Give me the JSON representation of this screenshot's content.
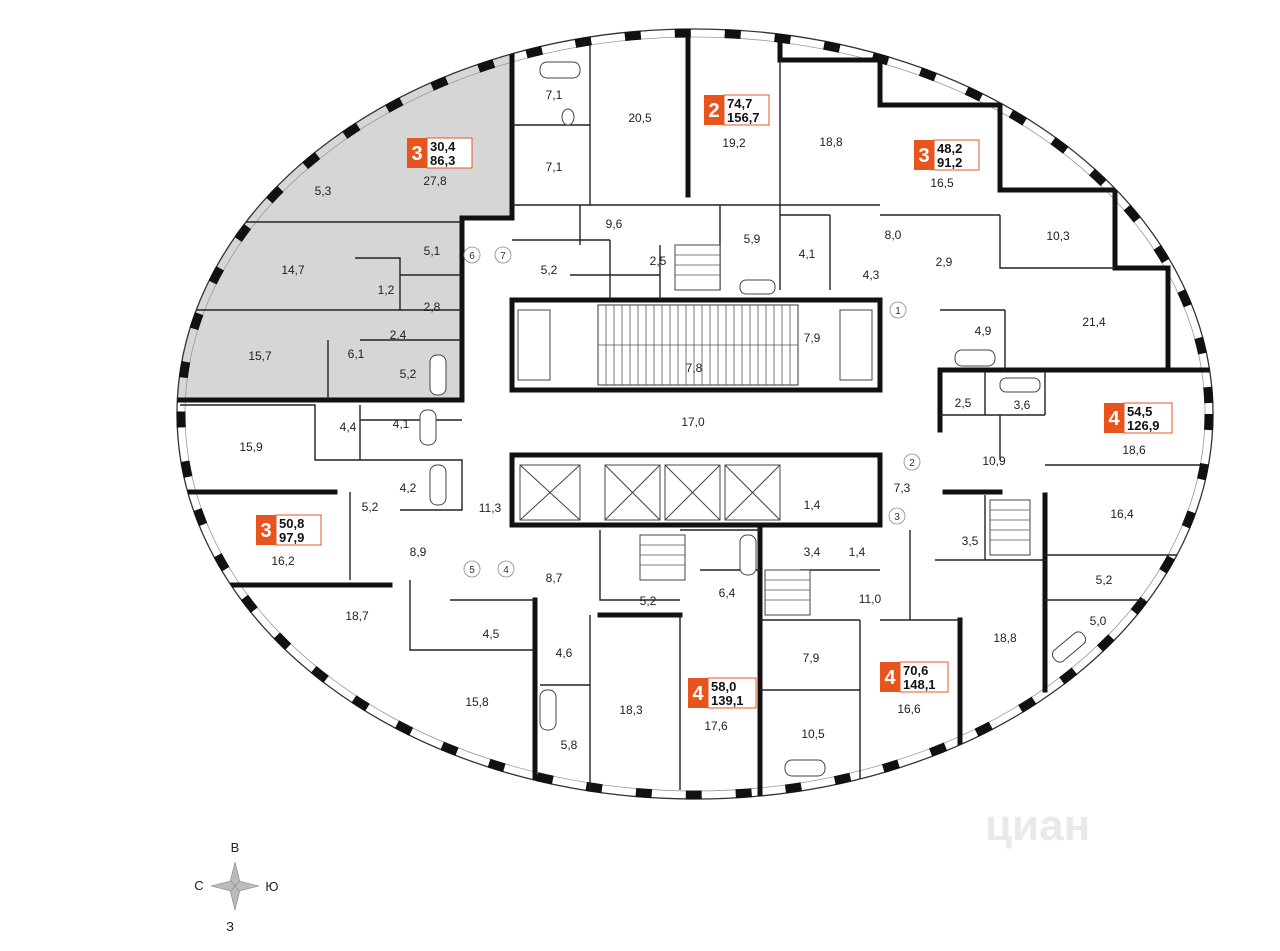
{
  "compass": {
    "north": "В",
    "west": "С",
    "east": "Ю",
    "south": "З"
  },
  "watermark": "циан",
  "colors": {
    "badge": "#e8541e",
    "highlight": "#d6d6d6",
    "wall": "#111111"
  },
  "apartments": [
    {
      "rooms": "3",
      "living": "30,4",
      "total": "86,3",
      "highlighted": true
    },
    {
      "rooms": "2",
      "living": "74,7",
      "total": "156,7",
      "highlighted": false
    },
    {
      "rooms": "3",
      "living": "48,2",
      "total": "91,2",
      "highlighted": false
    },
    {
      "rooms": "4",
      "living": "54,5",
      "total": "126,9",
      "highlighted": false
    },
    {
      "rooms": "3",
      "living": "50,8",
      "total": "97,9",
      "highlighted": false
    },
    {
      "rooms": "4",
      "living": "58,0",
      "total": "139,1",
      "highlighted": false
    },
    {
      "rooms": "4",
      "living": "70,6",
      "total": "148,1",
      "highlighted": false
    }
  ],
  "rooms": [
    "7,1",
    "20,5",
    "19,2",
    "18,8",
    "16,5",
    "27,8",
    "5,3",
    "7,1",
    "9,6",
    "5,9",
    "4,1",
    "8,0",
    "10,3",
    "5,1",
    "14,7",
    "5,2",
    "2,5",
    "4,3",
    "2,9",
    "21,4",
    "1,2",
    "2,8",
    "2,4",
    "7,9",
    "4,9",
    "6,1",
    "15,7",
    "5,2",
    "7,8",
    "2,5",
    "3,6",
    "17,0",
    "18,6",
    "4,4",
    "4,1",
    "15,9",
    "10,9",
    "4,2",
    "1,4",
    "7,3",
    "16,4",
    "5,2",
    "11,3",
    "3,5",
    "8,9",
    "16,2",
    "3,4",
    "1,4",
    "8,7",
    "5,2",
    "5,2",
    "6,4",
    "11,0",
    "5,0",
    "18,7",
    "4,5",
    "4,6",
    "7,9",
    "18,8",
    "15,8",
    "18,3",
    "17,6",
    "16,6",
    "10,5",
    "5,8"
  ],
  "doors": [
    "6",
    "7",
    "1",
    "2",
    "3",
    "5",
    "4"
  ]
}
